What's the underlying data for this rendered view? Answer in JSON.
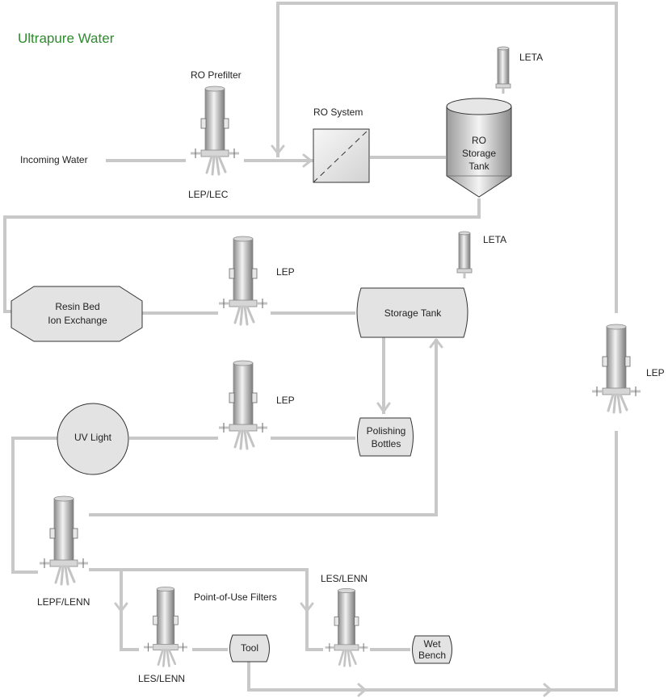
{
  "title": "Ultrapure Water",
  "colors": {
    "title": "#2e8b2e",
    "pipe": "#c8c8c8",
    "device_fill": "#e3e3e3",
    "outline": "#333333"
  },
  "labels": {
    "incoming_water": "Incoming Water",
    "ro_prefilter": "RO Prefilter",
    "lep_lec": "LEP/LEC",
    "ro_system": "RO System",
    "leta_top": "LETA",
    "ro_storage_tank": [
      "RO",
      "Storage",
      "Tank"
    ],
    "resin_bed": [
      "Resin Bed",
      "Ion Exchange"
    ],
    "lep_1": "LEP",
    "leta_mid": "LETA",
    "storage_tank": "Storage Tank",
    "lep_right": "LEP",
    "uv_light": "UV Light",
    "lep_2": "LEP",
    "polishing_bottles": [
      "Polishing",
      "Bottles"
    ],
    "lepf_lenn": "LEPF/LENN",
    "point_of_use_filters": "Point-of-Use Filters",
    "les_lenn_left": "LES/LENN",
    "les_lenn_right": "LES/LENN",
    "tool": "Tool",
    "wet_bench": [
      "Wet",
      "Bench"
    ]
  }
}
